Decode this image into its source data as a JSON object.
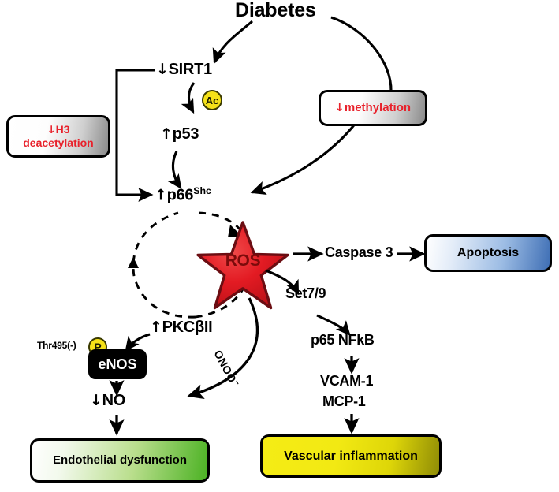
{
  "diagram": {
    "title": "Diabetes",
    "colors": {
      "red_text": "#e8212b",
      "ros_fill": "#e31b23",
      "ros_outline": "#7c0b0b",
      "marker_yellow": "#f5e119",
      "apoptosis_blue": "#3f6fb5",
      "endothelial_green": "#4cb224",
      "inflammation_yellow": "#f5ec15",
      "enos_black": "#000000"
    },
    "nodes": {
      "diabetes": "Diabetes",
      "sirt1": {
        "arrow": "↓",
        "text": "SIRT1"
      },
      "ac_marker": "Ac",
      "p53": {
        "arrow": "↑",
        "text": "p53"
      },
      "p66shc": {
        "arrow": "↑",
        "text": "p66",
        "superscript": "Shc"
      },
      "h3_deacetylation": {
        "arrow": "↓",
        "line1": "H3",
        "line2": "deacetylation"
      },
      "methylation": {
        "arrow": "↓",
        "text": "methylation"
      },
      "ros": "ROS",
      "caspase3": "Caspase 3",
      "apoptosis": "Apoptosis",
      "set79": "Set7/9",
      "p65_nfkb": "p65 NFkB",
      "vcam1": "VCAM-1",
      "mcp1": "MCP-1",
      "vascular_inflammation": "Vascular inflammation",
      "pkcbii": {
        "arrow": "↑",
        "text": "PKCβII"
      },
      "thr495": "Thr495(-)",
      "p_marker": "P",
      "enos": "eNOS",
      "no": {
        "arrow": "↓",
        "text": "NO"
      },
      "endothelial_dysfunction": "Endothelial dysfunction",
      "onoo": {
        "text": "ONOO",
        "charge": "−"
      }
    },
    "edges": [
      {
        "from": "diabetes",
        "to": "sirt1",
        "style": "curved-arrow"
      },
      {
        "from": "diabetes",
        "to": "methylation",
        "style": "curved-line"
      },
      {
        "from": "sirt1",
        "to": "p53",
        "style": "curved-arrow"
      },
      {
        "from": "sirt1",
        "to": "p66shc",
        "style": "bracket-arrow"
      },
      {
        "from": "p53",
        "to": "p66shc",
        "style": "curved-arrow"
      },
      {
        "from": "methylation",
        "to": "p66shc",
        "style": "curved-arrow"
      },
      {
        "from": "h3_deacetylation",
        "to": "sirt1-bracket",
        "style": "connector"
      },
      {
        "from": "p66shc",
        "to": "ros",
        "style": "dashed-loop-arrow"
      },
      {
        "from": "ros",
        "to": "pkcbii",
        "style": "dashed-loop-arrow"
      },
      {
        "from": "pkcbii",
        "to": "p66shc",
        "style": "dashed-loop-arrow"
      },
      {
        "from": "ros",
        "to": "caspase3",
        "style": "straight-arrow"
      },
      {
        "from": "caspase3",
        "to": "apoptosis",
        "style": "straight-arrow"
      },
      {
        "from": "ros",
        "to": "set79",
        "style": "curved-arrow"
      },
      {
        "from": "set79",
        "to": "p65_nfkb",
        "style": "curved-arrow"
      },
      {
        "from": "p65_nfkb",
        "to": "vcam1",
        "style": "straight-arrow"
      },
      {
        "from": "mcp1",
        "to": "vascular_inflammation",
        "style": "straight-arrow"
      },
      {
        "from": "pkcbii",
        "to": "enos",
        "style": "curved-arrow"
      },
      {
        "from": "enos",
        "to": "no",
        "style": "straight-arrow"
      },
      {
        "from": "ros",
        "to": "no",
        "style": "curved-arrow-onoo"
      },
      {
        "from": "no",
        "to": "endothelial_dysfunction",
        "style": "straight-arrow"
      }
    ]
  }
}
